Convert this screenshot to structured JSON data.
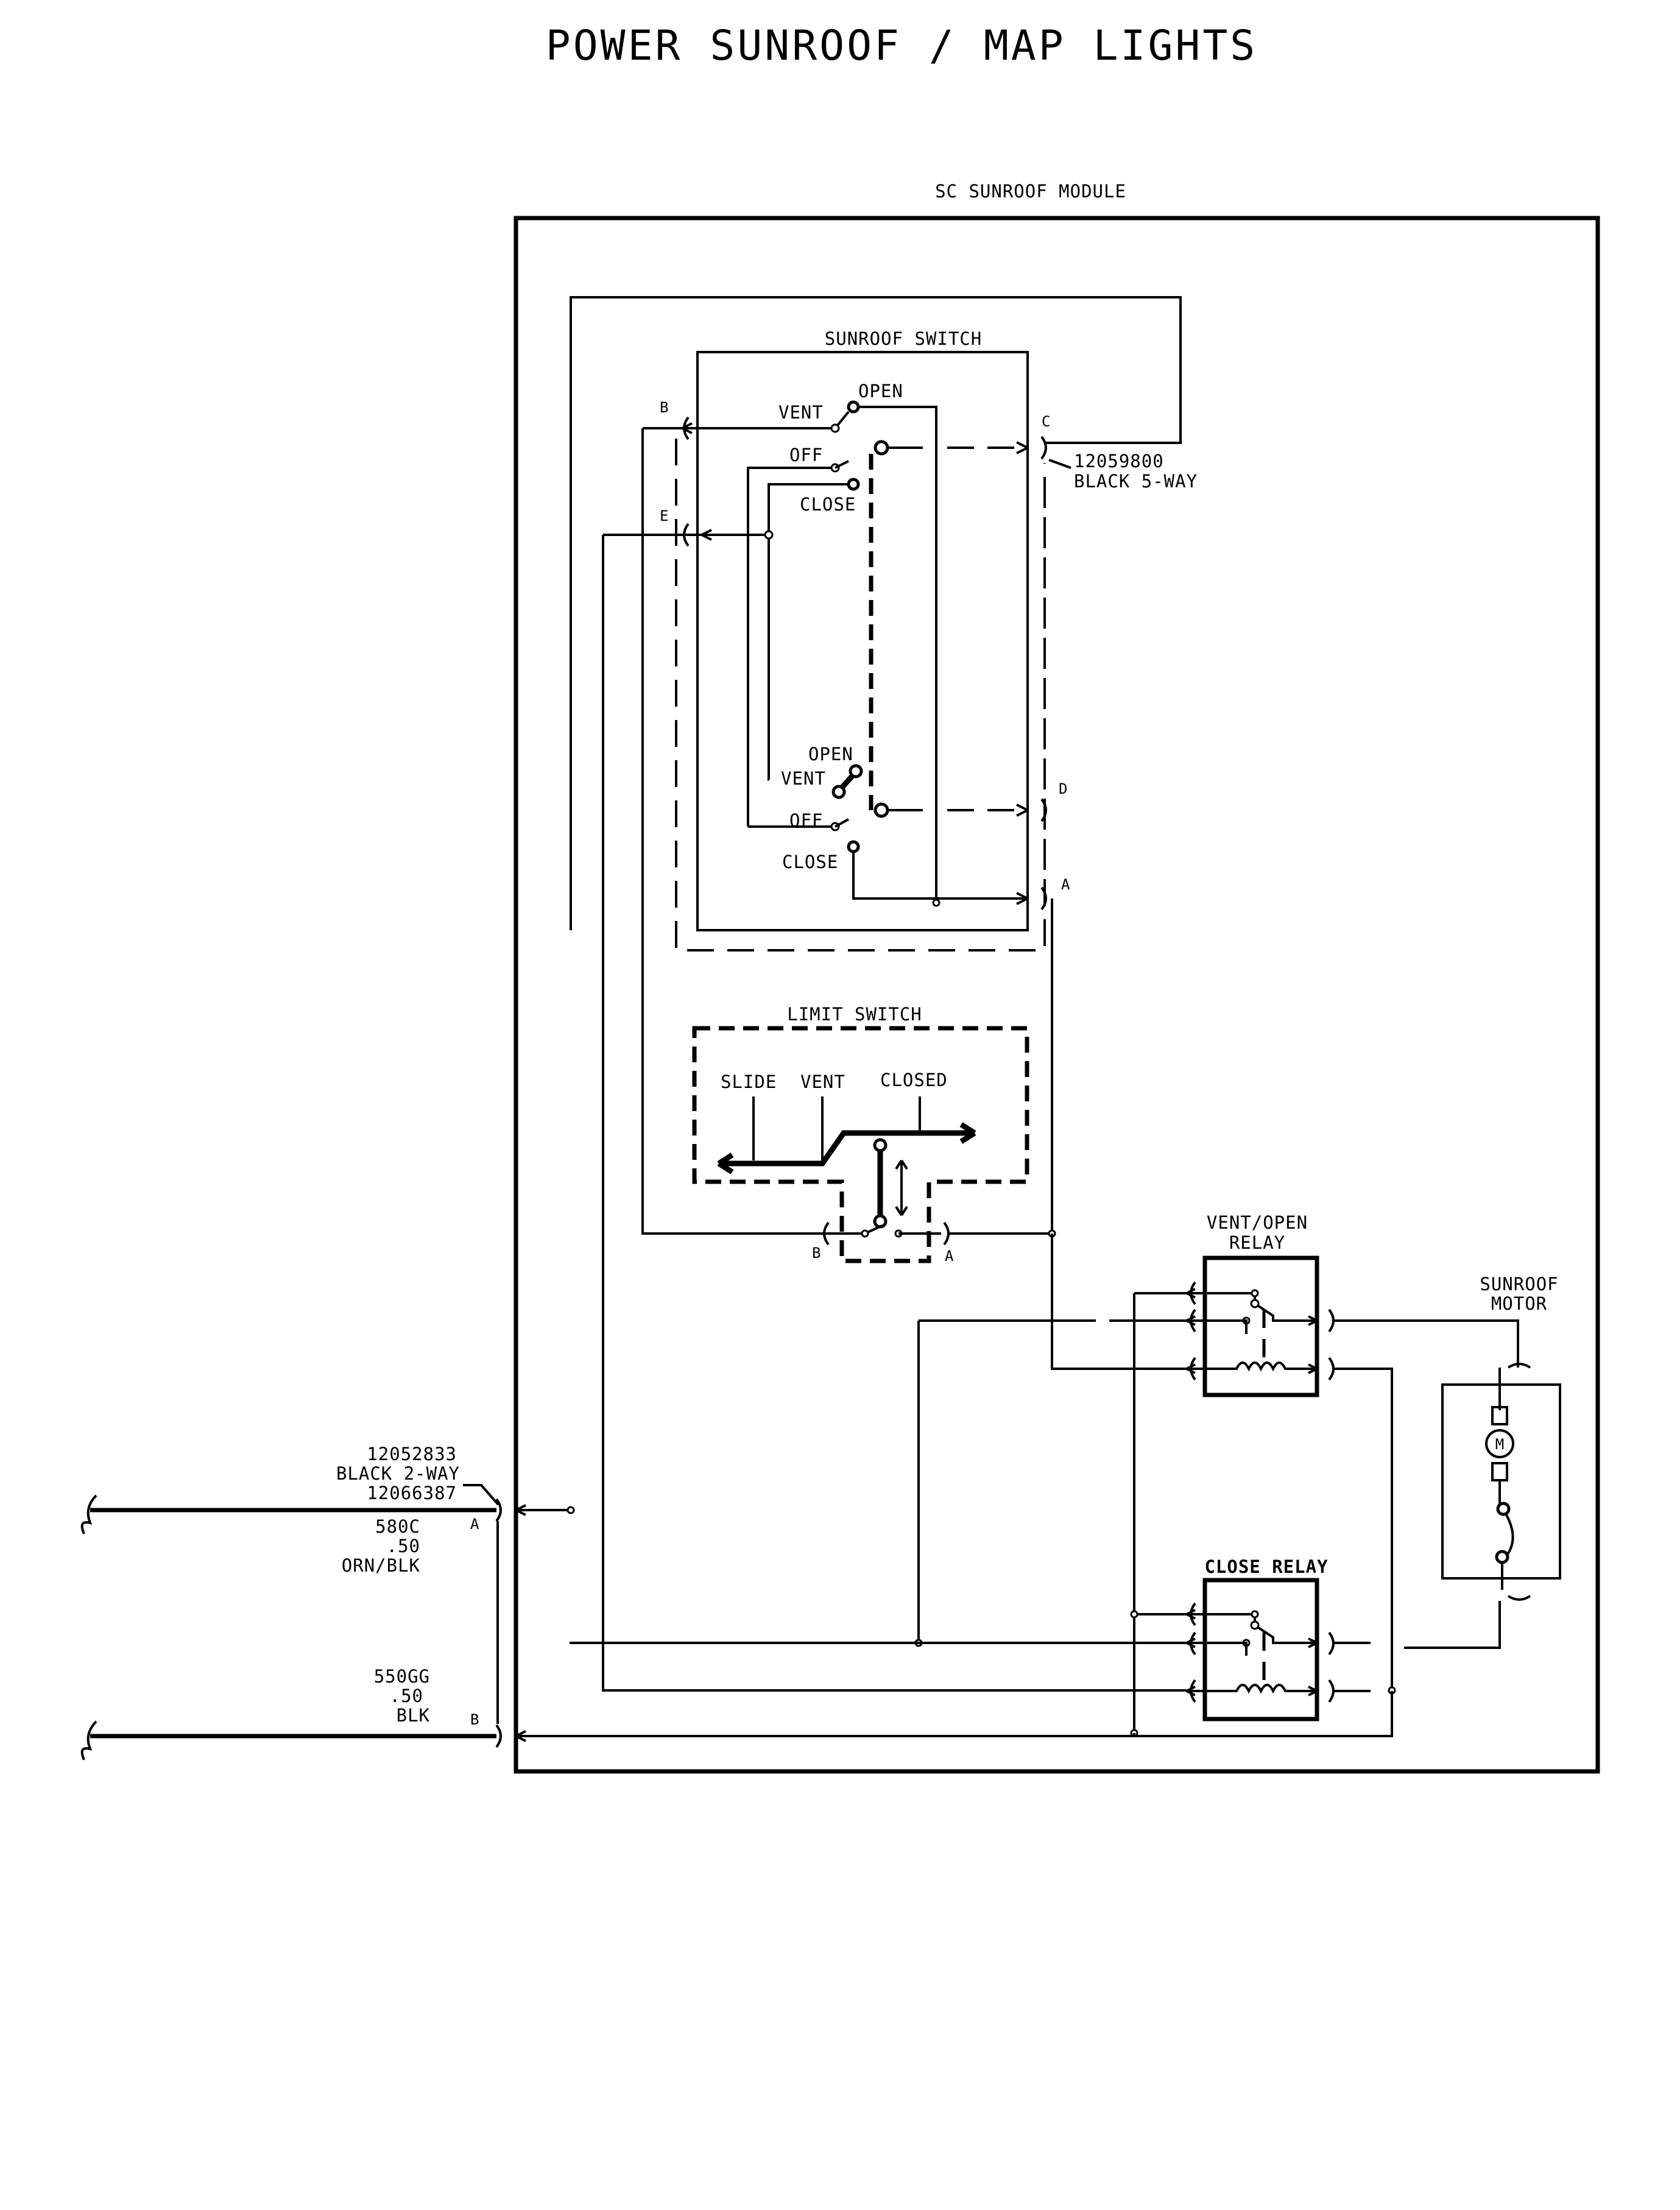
{
  "title": "POWER SUNROOF / MAP LIGHTS",
  "module": {
    "label": "SC SUNROOF MODULE"
  },
  "sunroof_switch": {
    "label": "SUNROOF SWITCH",
    "upper": {
      "open": "OPEN",
      "vent": "VENT",
      "off": "OFF",
      "close": "CLOSE"
    },
    "lower": {
      "open": "OPEN",
      "vent": "VENT",
      "off": "OFF",
      "close": "CLOSE"
    }
  },
  "connector_5way": {
    "part_number": "12059800",
    "description": "BLACK 5-WAY",
    "pins": {
      "b": "B",
      "c": "C",
      "e": "E",
      "d": "D",
      "a": "A"
    }
  },
  "limit_switch": {
    "label": "LIMIT SWITCH",
    "positions": {
      "slide": "SLIDE",
      "vent": "VENT",
      "closed": "CLOSED"
    },
    "pins": {
      "b": "B",
      "a": "A"
    }
  },
  "vent_open_relay": {
    "label_line1": "VENT/OPEN",
    "label_line2": "RELAY"
  },
  "close_relay": {
    "label": "CLOSE RELAY"
  },
  "sunroof_motor": {
    "label_line1": "SUNROOF",
    "label_line2": "MOTOR",
    "symbol": "M"
  },
  "connector_2way": {
    "part_number_1": "12052833",
    "description": "BLACK 2-WAY",
    "part_number_2": "12066387",
    "pin_a": "A",
    "pin_b": "B"
  },
  "wire_580c": {
    "circuit": "580C",
    "gauge": ".50",
    "color": "ORN/BLK"
  },
  "wire_550gg": {
    "circuit": "550GG",
    "gauge": ".50",
    "color": "BLK"
  }
}
